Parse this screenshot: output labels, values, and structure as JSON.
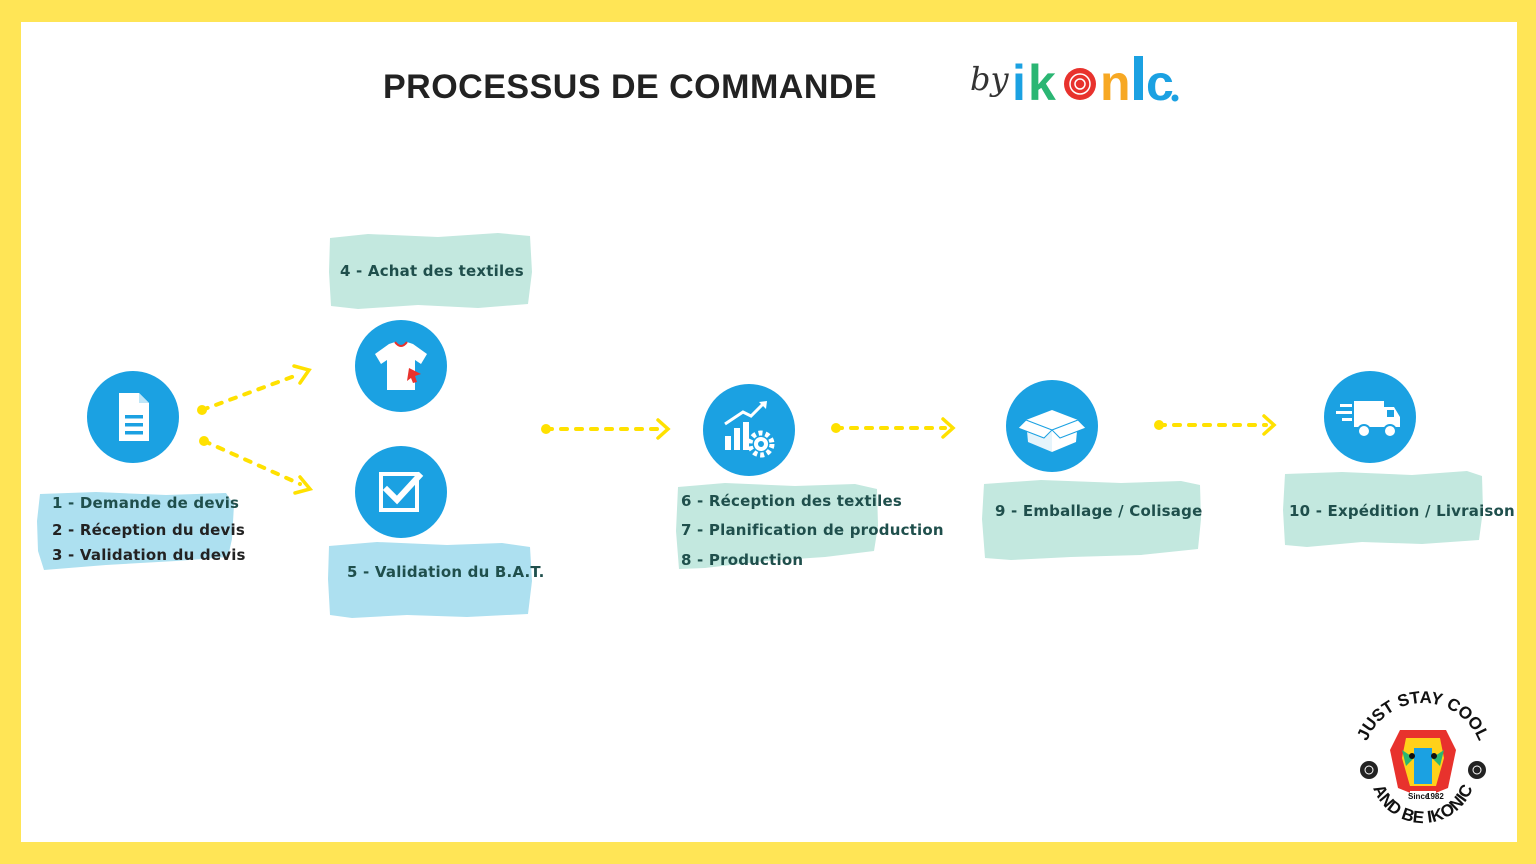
{
  "header": {
    "title": "PROCESSUS DE COMMANDE",
    "by": "by",
    "brand": "ikonic"
  },
  "steps": {
    "group1": [
      "1 - Demande de devis",
      "2 - Réception du devis",
      "3 - Validation du devis"
    ],
    "step4": "4 - Achat des textiles",
    "step5": "5 - Validation du B.A.T.",
    "group2": [
      "6 - Réception des textiles",
      "7 - Planification de production",
      "8 - Production"
    ],
    "step9": "9 - Emballage / Colisage",
    "step10": "10 - Expédition / Livraison"
  },
  "badge": {
    "top_text": "JUST STAY COOL",
    "bottom_text": "AND BE IKONIC",
    "since_label": "Since",
    "since_year": "1982"
  },
  "icons": {
    "quote": "document-icon",
    "textiles": "tshirt-icon",
    "validation": "checkbox-icon",
    "production": "growth-gear-icon",
    "packaging": "open-box-icon",
    "shipping": "delivery-truck-icon"
  },
  "colors": {
    "frame": "#FFE556",
    "icon_circle": "#1BA1E2",
    "arrow": "#FFE100",
    "brush_mint": "#C3E8DF",
    "brush_blue": "#ADE0F0"
  }
}
